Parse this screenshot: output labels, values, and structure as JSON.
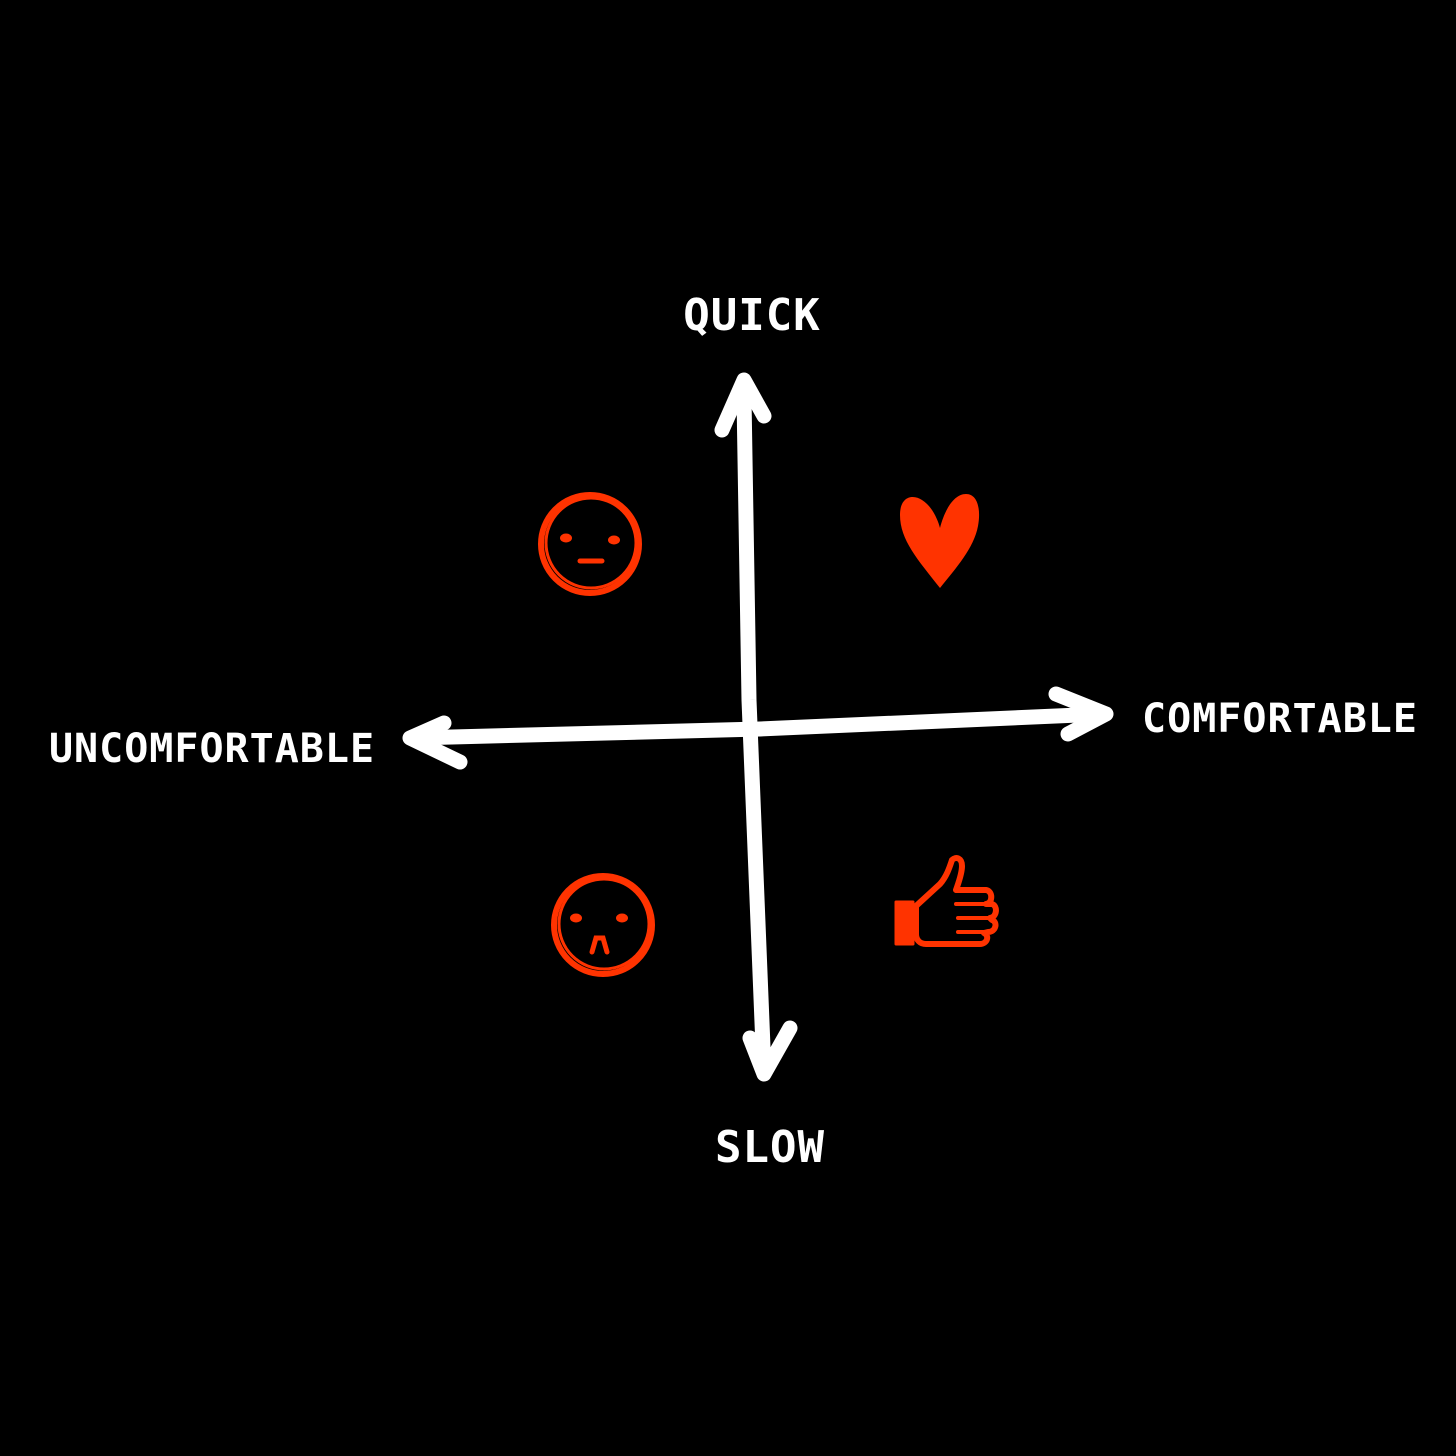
{
  "axes": {
    "top_label": "QUICK",
    "bottom_label": "SLOW",
    "left_label": "UNCOMFORTABLE",
    "right_label": "COMFORTABLE"
  },
  "quadrants": {
    "top_left": {
      "icon": "neutral-face-icon"
    },
    "top_right": {
      "icon": "heart-icon"
    },
    "bottom_left": {
      "icon": "sad-face-icon"
    },
    "bottom_right": {
      "icon": "thumbs-up-icon"
    }
  },
  "colors": {
    "background": "#000000",
    "axis": "#ffffff",
    "accent": "#ff3300"
  }
}
